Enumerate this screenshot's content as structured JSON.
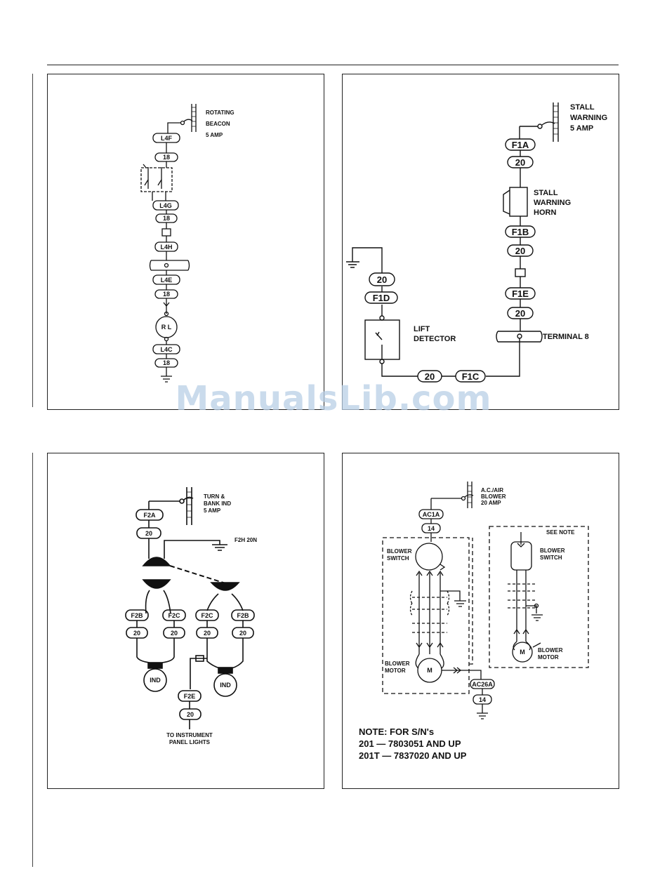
{
  "watermark": "ManualsLib.com",
  "panel_beacon": {
    "fuse_label": [
      "ROTATING",
      "BEACON",
      "5 AMP"
    ],
    "wires": [
      "L4F",
      "18",
      "L4G",
      "18",
      "L4H",
      "L4E",
      "18",
      "L4C",
      "18"
    ],
    "lamp": "R L"
  },
  "panel_stall": {
    "fuse_label": [
      "STALL",
      "WARNING",
      "5 AMP"
    ],
    "horn_label": [
      "STALL",
      "WARNING",
      "HORN"
    ],
    "detector_label": [
      "LIFT",
      "DETECTOR"
    ],
    "terminal_label": "TERMINAL 8",
    "wires": [
      "F1A",
      "20",
      "F1B",
      "20",
      "F1E",
      "20",
      "20",
      "F1D",
      "20",
      "F1C"
    ]
  },
  "panel_turn": {
    "fuse_label": [
      "TURN &",
      "BANK IND",
      "5 AMP"
    ],
    "ground_label": "F2H 20N",
    "wires": [
      "F2A",
      "20",
      "F2B",
      "F2C",
      "F2C",
      "F2B",
      "20",
      "20",
      "20",
      "20",
      "F2E",
      "20"
    ],
    "indicators": [
      "IND",
      "IND"
    ],
    "dest_label": [
      "TO INSTRUMENT",
      "PANEL LIGHTS"
    ]
  },
  "panel_blower": {
    "fuse_label": [
      "A.C./AIR",
      "BLOWER",
      "20 AMP"
    ],
    "see_note": "SEE NOTE",
    "switch_label": [
      "BLOWER",
      "SWITCH"
    ],
    "motor_label": [
      "BLOWER",
      "MOTOR"
    ],
    "switch_label_2": [
      "BLOWER",
      "SWITCH"
    ],
    "motor_label_2": [
      "BLOWER",
      "MOTOR"
    ],
    "motor_symbol": "M",
    "wires": [
      "AC1A",
      "14",
      "AC26A",
      "14"
    ],
    "note": [
      "NOTE:  FOR S/N's",
      "201 — 7803051 AND UP",
      "201T — 7837020 AND UP"
    ]
  }
}
